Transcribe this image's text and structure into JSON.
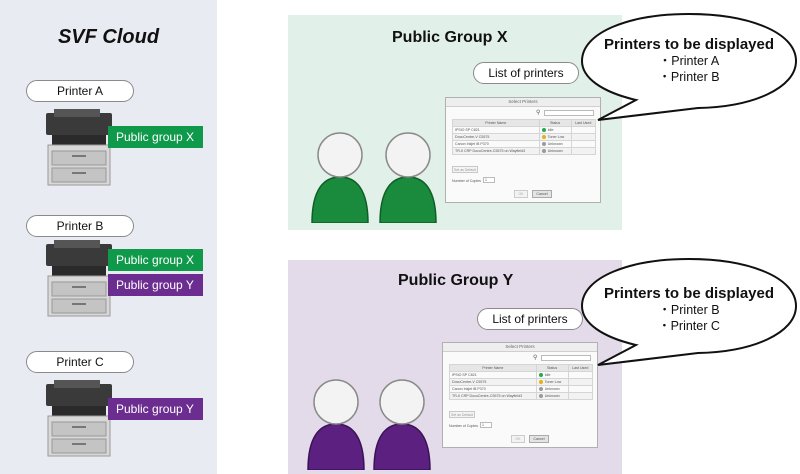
{
  "svf": {
    "title": "SVF Cloud"
  },
  "printers": [
    {
      "name": "Printer A",
      "groups": [
        "Public group X"
      ]
    },
    {
      "name": "Printer B",
      "groups": [
        "Public group X",
        "Public group Y"
      ]
    },
    {
      "name": "Printer C",
      "groups": [
        "Public group Y"
      ]
    }
  ],
  "groups": [
    {
      "title": "Public Group X",
      "list_label": "List of printers",
      "bubble_title": "Printers to be displayed",
      "bubble_items": [
        "・Printer A",
        "・Printer B"
      ]
    },
    {
      "title": "Public Group Y",
      "list_label": "List of printers",
      "bubble_title": "Printers to be displayed",
      "bubble_items": [
        "・Printer B",
        "・Printer C"
      ]
    }
  ],
  "dialog": {
    "title": "Select Printers",
    "columns": [
      "Printer Name",
      "Status",
      "Last Used"
    ],
    "rows": [
      {
        "name": "IPSiO SP C821",
        "status": "Idle",
        "status_color": "#2aa84a"
      },
      {
        "name": "DocuCentre-V C5575",
        "status": "Toner Low",
        "status_color": "#e2b21c"
      },
      {
        "name": "Canon Inkjet iB P370",
        "status": "Unknown",
        "status_color": "#9a9a9a"
      },
      {
        "name": "TR-II CRP DocuCentre-C5575 on Wayfield3",
        "status": "Unknown",
        "status_color": "#9a9a9a"
      }
    ],
    "default_btn": "Set as Default",
    "copies_label": "Number of Copies",
    "copies_value": "1",
    "ok_label": "OK",
    "cancel_label": "Cancel"
  },
  "colors": {
    "group_x": "#0f9a4b",
    "group_y": "#6b2d8f",
    "svf_bg": "#e8ebf2",
    "group_x_bg": "#e2f0ea",
    "group_y_bg": "#e3dbea"
  }
}
